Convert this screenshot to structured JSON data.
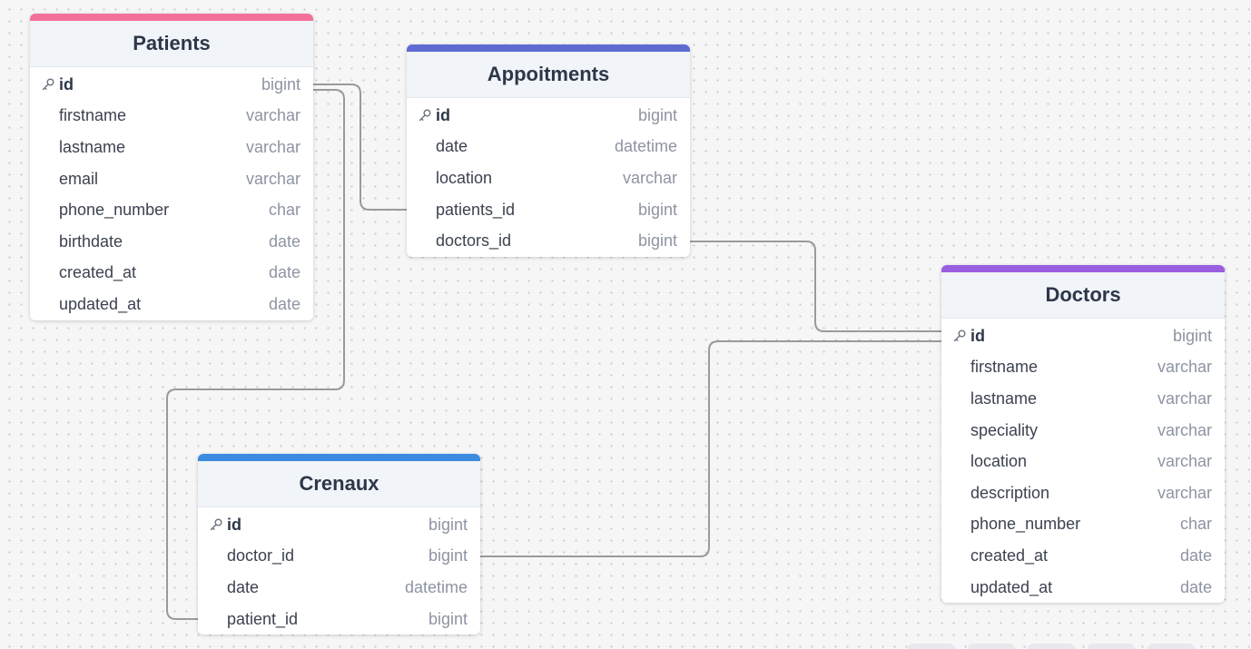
{
  "colors": {
    "patients": "#f2719a",
    "appoitments": "#5d6bd1",
    "doctors": "#9a5ee0",
    "crenaux": "#3b8be0"
  },
  "icons": {
    "primary_key": "key-icon"
  },
  "tables": {
    "patients": {
      "title": "Patients",
      "columns": [
        {
          "name": "id",
          "type": "bigint",
          "pk": true
        },
        {
          "name": "firstname",
          "type": "varchar"
        },
        {
          "name": "lastname",
          "type": "varchar"
        },
        {
          "name": "email",
          "type": "varchar"
        },
        {
          "name": "phone_number",
          "type": "char"
        },
        {
          "name": "birthdate",
          "type": "date"
        },
        {
          "name": "created_at",
          "type": "date"
        },
        {
          "name": "updated_at",
          "type": "date"
        }
      ]
    },
    "appoitments": {
      "title": "Appoitments",
      "columns": [
        {
          "name": "id",
          "type": "bigint",
          "pk": true
        },
        {
          "name": "date",
          "type": "datetime"
        },
        {
          "name": "location",
          "type": "varchar"
        },
        {
          "name": "patients_id",
          "type": "bigint"
        },
        {
          "name": "doctors_id",
          "type": "bigint"
        }
      ]
    },
    "doctors": {
      "title": "Doctors",
      "columns": [
        {
          "name": "id",
          "type": "bigint",
          "pk": true
        },
        {
          "name": "firstname",
          "type": "varchar"
        },
        {
          "name": "lastname",
          "type": "varchar"
        },
        {
          "name": "speciality",
          "type": "varchar"
        },
        {
          "name": "location",
          "type": "varchar"
        },
        {
          "name": "description",
          "type": "varchar"
        },
        {
          "name": "phone_number",
          "type": "char"
        },
        {
          "name": "created_at",
          "type": "date"
        },
        {
          "name": "updated_at",
          "type": "date"
        }
      ]
    },
    "crenaux": {
      "title": "Crenaux",
      "columns": [
        {
          "name": "id",
          "type": "bigint",
          "pk": true
        },
        {
          "name": "doctor_id",
          "type": "bigint"
        },
        {
          "name": "date",
          "type": "datetime"
        },
        {
          "name": "patient_id",
          "type": "bigint"
        }
      ]
    }
  },
  "relations": [
    {
      "from": "patients.id",
      "to": "appoitments.patients_id"
    },
    {
      "from": "appoitments.doctors_id",
      "to": "doctors.id"
    },
    {
      "from": "patients.id",
      "to": "crenaux.patient_id"
    },
    {
      "from": "crenaux.doctor_id",
      "to": "doctors.id"
    }
  ]
}
